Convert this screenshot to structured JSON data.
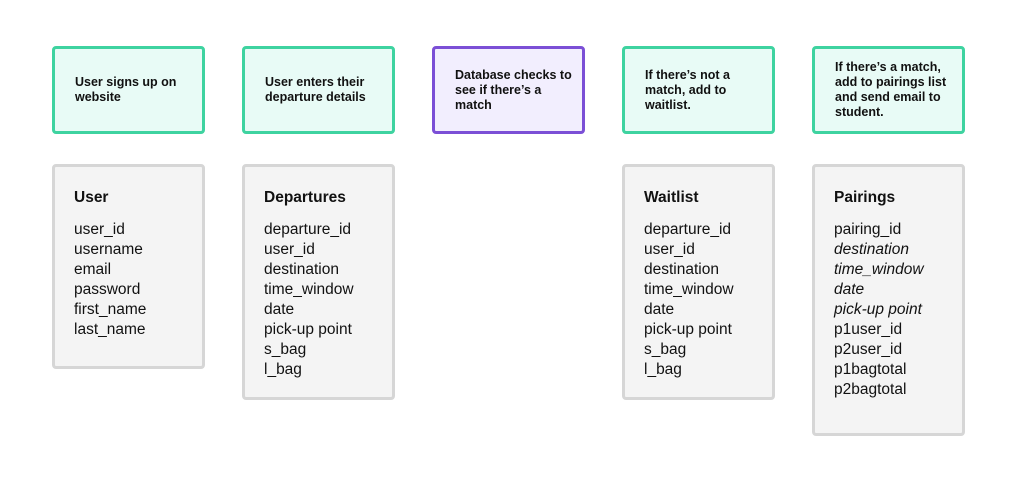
{
  "steps": [
    {
      "text": "User signs up on website"
    },
    {
      "text": "User enters their departure details"
    },
    {
      "text": "Database checks to see if there’s a match"
    },
    {
      "text": "If there’s not a match, add to waitlist."
    },
    {
      "text": "If there’s a match, add to pairings list and send email to student."
    }
  ],
  "tables": {
    "user": {
      "title": "User",
      "fields": [
        "user_id",
        "username",
        "email",
        "password",
        "first_name",
        "last_name"
      ]
    },
    "departures": {
      "title": "Departures",
      "fields": [
        "departure_id",
        "user_id",
        "destination",
        "time_window",
        "date",
        "pick-up point",
        "s_bag",
        "l_bag"
      ]
    },
    "waitlist": {
      "title": "Waitlist",
      "fields": [
        "departure_id",
        "user_id",
        "destination",
        "time_window",
        "date",
        "pick-up point",
        "s_bag",
        "l_bag"
      ]
    },
    "pairings": {
      "title": "Pairings",
      "fields": [
        "pairing_id",
        "destination",
        "time_window",
        "date",
        "pick-up point",
        "p1user_id",
        "p2user_id",
        "p1bagtotal",
        "p2bagtotal"
      ]
    }
  },
  "colors": {
    "step_border": "#3ed3a0",
    "step_fill": "#e8fbf6",
    "check_border": "#7b4fd6",
    "check_fill": "#f2eefe",
    "table_border": "#d6d6d6",
    "table_fill": "#f4f4f4"
  }
}
